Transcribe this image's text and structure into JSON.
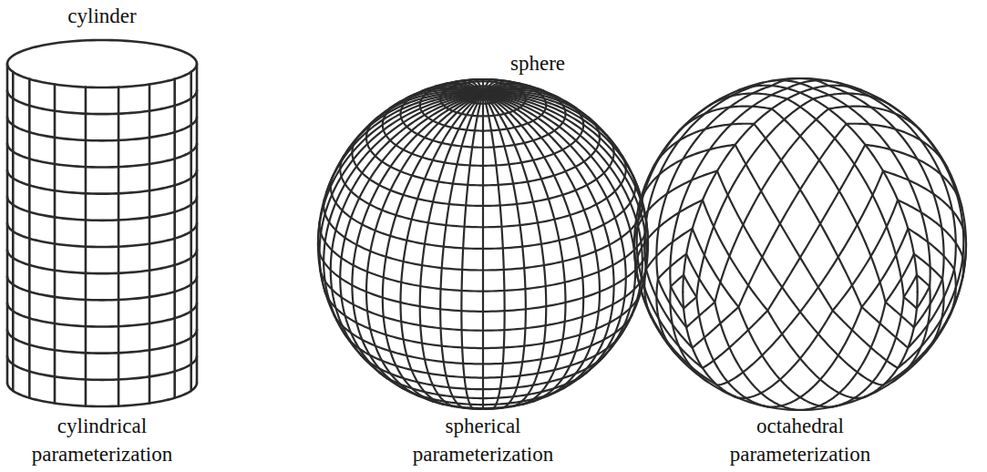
{
  "diagram": {
    "labels": [
      "cylinder",
      "sphere",
      "cylindrical parameterization",
      "spherical parameterization",
      "octahedral parameterization"
    ]
  }
}
